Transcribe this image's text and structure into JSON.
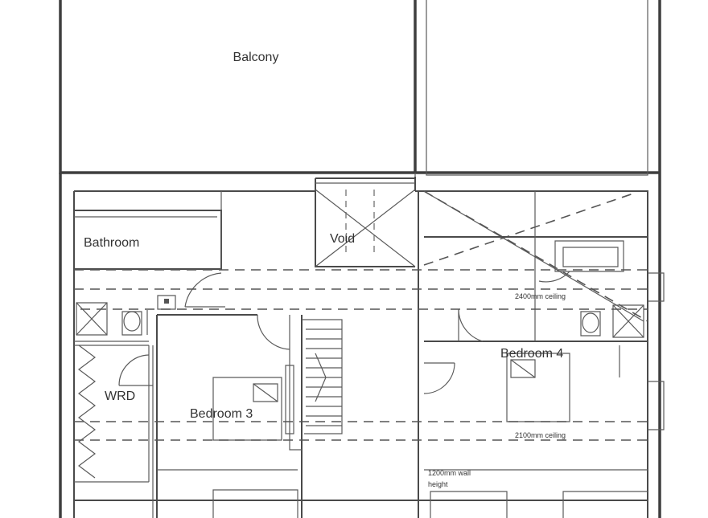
{
  "labels": {
    "balcony": "Balcony",
    "bathroom": "Bathroom",
    "void": "Void",
    "ceiling_2400": "2400mm ceiling",
    "bedroom_4": "Bedroom 4",
    "wrd": "WRD",
    "bedroom_3": "Bedroom 3",
    "ceiling_2100": "2100mm ceiling",
    "wall_height_line1": "1200mm wall",
    "wall_height_line2": "height"
  }
}
